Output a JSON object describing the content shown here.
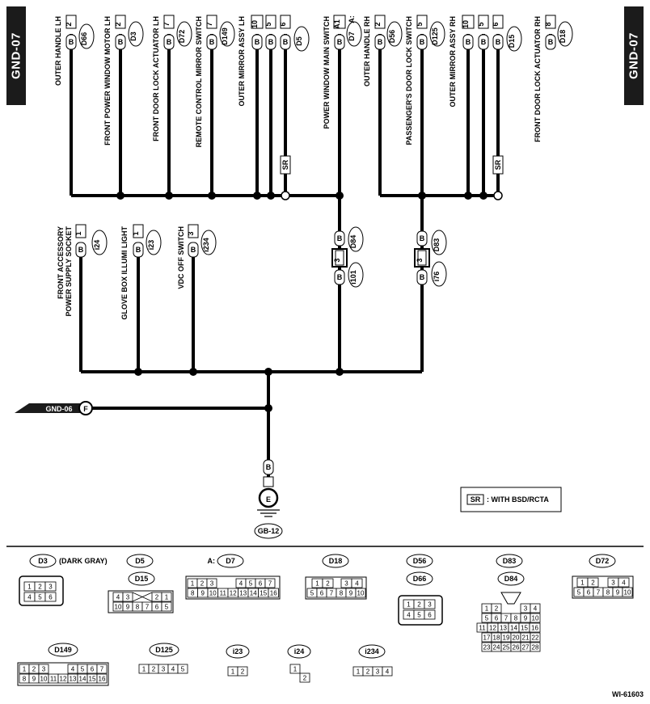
{
  "tabs": {
    "left": "GND-07",
    "right": "GND-07"
  },
  "top_connectors": [
    {
      "name": "OUTER HANDLE LH",
      "pins": [
        "2"
      ],
      "wire": "B",
      "code": "D66"
    },
    {
      "name": "FRONT POWER WINDOW MOTOR LH",
      "pins": [
        "2"
      ],
      "wire": "B",
      "code": "D3"
    },
    {
      "name": "FRONT DOOR LOCK ACTUATOR LH",
      "pins": [
        "7"
      ],
      "wire": "B",
      "code": "D72"
    },
    {
      "name": "REMOTE CONTROL MIRROR SWITCH",
      "pins": [
        "7"
      ],
      "wire": "B",
      "code": "D149"
    },
    {
      "name": "OUTER MIRROR ASSY LH",
      "pins": [
        "10",
        "5",
        "6"
      ],
      "wire": "B",
      "code": "D5"
    },
    {
      "name": "POWER WINDOW MAIN SWITCH",
      "pins": [
        "A1"
      ],
      "wire": "B",
      "code": "D7",
      "prefix": "A:"
    },
    {
      "name": "OUTER HANDLE RH",
      "pins": [
        "2"
      ],
      "wire": "B",
      "code": "D56"
    },
    {
      "name": "PASSENGER'S DOOR LOCK SWITCH",
      "pins": [
        "5"
      ],
      "wire": "B",
      "code": "D125"
    },
    {
      "name": "OUTER MIRROR ASSY RH",
      "pins": [
        "10",
        "5",
        "6"
      ],
      "wire": "B",
      "code": "D15"
    },
    {
      "name": "FRONT DOOR LOCK ACTUATOR RH",
      "pins": [
        "8"
      ],
      "wire": "B",
      "code": "D18"
    }
  ],
  "lower_connectors": [
    {
      "name_lines": [
        "FRONT ACCESSORY",
        "POWER SUPPLY SOCKET"
      ],
      "pin": "1",
      "wire": "B",
      "code": "i24"
    },
    {
      "name_lines": [
        "GLOVE BOX ILLUMI LIGHT"
      ],
      "pin": "1",
      "wire": "B",
      "code": "i23"
    },
    {
      "name_lines": [
        "VDC OFF SWITCH"
      ],
      "pin": "3",
      "wire": "B",
      "code": "i234"
    }
  ],
  "joints": [
    {
      "top_wire": "B",
      "top_code": "D84",
      "pin": "3",
      "bottom_wire": "B",
      "bottom_code": "i101"
    },
    {
      "top_wire": "B",
      "top_code": "D83",
      "pin": "3",
      "bottom_wire": "B",
      "bottom_code": "i76"
    }
  ],
  "sr_tag": "SR",
  "gnd06": {
    "label": "GND-06",
    "letter": "F"
  },
  "ground": {
    "wire": "B",
    "letter": "E",
    "code": "GB-12"
  },
  "legend": {
    "tag": "SR",
    "text": ": WITH BSD/RCTA"
  },
  "views": {
    "d3": {
      "code": "D3",
      "note": "(DARK GRAY)",
      "pins": [
        "1",
        "2",
        "3",
        "4",
        "5",
        "6"
      ]
    },
    "d5": {
      "codes": [
        "D5",
        "D15"
      ],
      "row1": [
        "4",
        "3",
        "2",
        "1"
      ],
      "row2": [
        "10",
        "9",
        "8",
        "7",
        "6",
        "5"
      ]
    },
    "d7": {
      "prefix": "A:",
      "code": "D7",
      "row1": [
        "1",
        "2",
        "3",
        "4",
        "5",
        "6",
        "7"
      ],
      "row2": [
        "8",
        "9",
        "10",
        "11",
        "12",
        "13",
        "14",
        "15",
        "16"
      ]
    },
    "d18": {
      "code": "D18",
      "row1": [
        "1",
        "2",
        "3",
        "4"
      ],
      "row2": [
        "5",
        "6",
        "7",
        "8",
        "9",
        "10"
      ]
    },
    "d56": {
      "codes": [
        "D56",
        "D66"
      ],
      "pins": [
        "1",
        "2",
        "3",
        "4",
        "5",
        "6"
      ]
    },
    "d83": {
      "codes": [
        "D83",
        "D84"
      ],
      "row1": [
        "1",
        "2",
        "3",
        "4"
      ],
      "row2": [
        "5",
        "6",
        "7",
        "8",
        "9",
        "10"
      ],
      "row3": [
        "11",
        "12",
        "13",
        "14",
        "15",
        "16"
      ],
      "row4": [
        "17",
        "18",
        "19",
        "20",
        "21",
        "22"
      ],
      "row5": [
        "23",
        "24",
        "25",
        "26",
        "27",
        "28"
      ]
    },
    "d72": {
      "code": "D72",
      "row1": [
        "1",
        "2",
        "3",
        "4"
      ],
      "row2": [
        "5",
        "6",
        "7",
        "8",
        "9",
        "10"
      ]
    },
    "d149": {
      "code": "D149",
      "row1": [
        "1",
        "2",
        "3",
        "4",
        "5",
        "6",
        "7"
      ],
      "row2": [
        "8",
        "9",
        "10",
        "11",
        "12",
        "13",
        "14",
        "15",
        "16"
      ]
    },
    "d125": {
      "code": "D125",
      "pins": [
        "1",
        "2",
        "3",
        "4",
        "5"
      ]
    },
    "i23": {
      "code": "i23",
      "pins": [
        "1",
        "2"
      ]
    },
    "i24": {
      "code": "i24",
      "pins": [
        "1",
        "2"
      ]
    },
    "i234": {
      "code": "i234",
      "pins": [
        "1",
        "2",
        "3",
        "4"
      ]
    }
  },
  "figure_id": "WI-61603"
}
